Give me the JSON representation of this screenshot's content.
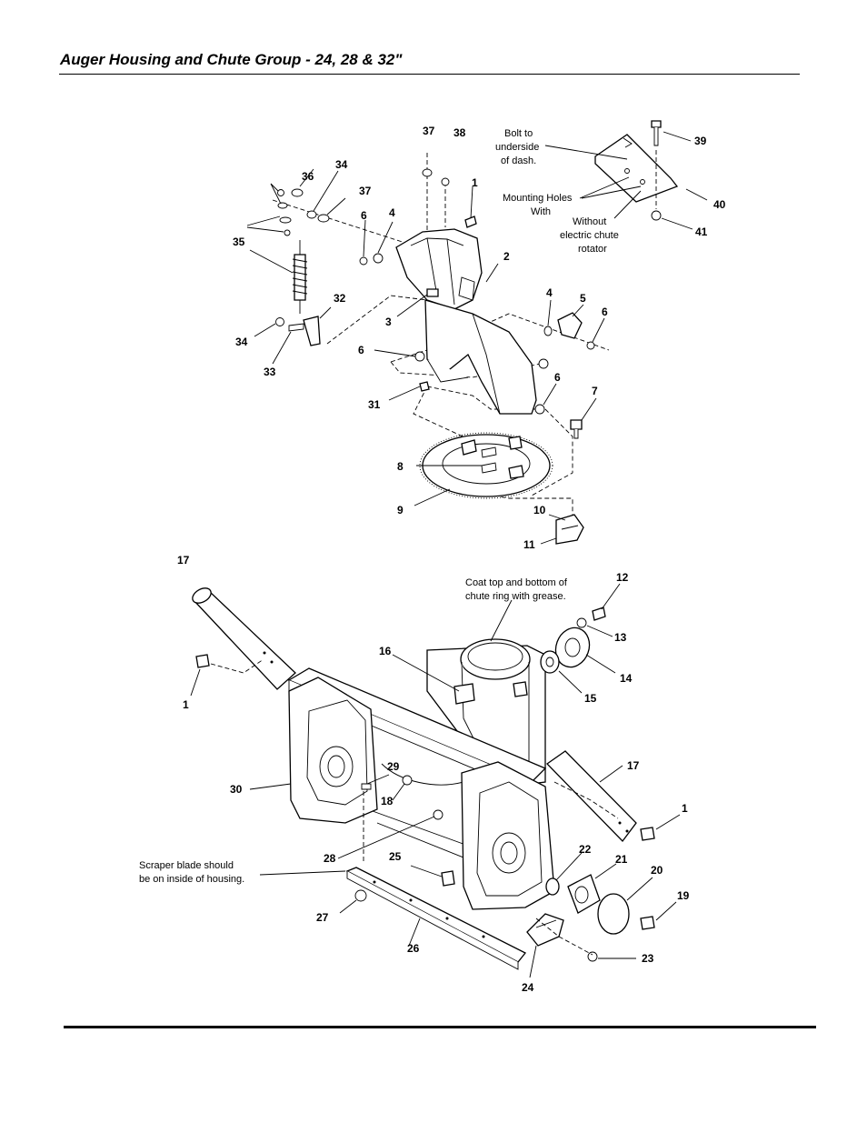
{
  "page": {
    "title": "Auger Housing and Chute Group - 24, 28 & 32\""
  },
  "callouts": {
    "c37a": "37",
    "c38": "38",
    "c1a": "1",
    "c34a": "34",
    "c36": "36",
    "c37b": "37",
    "c6a": "6",
    "c4a": "4",
    "c35": "35",
    "c2": "2",
    "c32": "32",
    "c3": "3",
    "c4b": "4",
    "c5": "5",
    "c6b": "6",
    "c34b": "34",
    "c33": "33",
    "c6c": "6",
    "c6d": "6",
    "c31": "31",
    "c7": "7",
    "c8": "8",
    "c9": "9",
    "c10": "10",
    "c11": "11",
    "c39": "39",
    "c40": "40",
    "c41": "41",
    "c17a": "17",
    "c12": "12",
    "c13": "13",
    "c16": "16",
    "c14": "14",
    "c15": "15",
    "c1b": "1",
    "c17b": "17",
    "c29": "29",
    "c30": "30",
    "c18": "18",
    "c1c": "1",
    "c22": "22",
    "c21": "21",
    "c28": "28",
    "c25": "25",
    "c20": "20",
    "c19": "19",
    "c27": "27",
    "c26": "26",
    "c23": "23",
    "c24": "24"
  },
  "notes": {
    "bolt_l1": "Bolt to",
    "bolt_l2": "underside",
    "bolt_l3": "of dash.",
    "mount_l1": "Mounting Holes",
    "mount_l2": "With",
    "without_l1": "Without",
    "without_l2": "electric chute",
    "without_l3": "rotator",
    "coat_l1": "Coat top and bottom of",
    "coat_l2": "chute ring with grease.",
    "scraper_l1": "Scraper blade should",
    "scraper_l2": "be on inside of housing."
  }
}
